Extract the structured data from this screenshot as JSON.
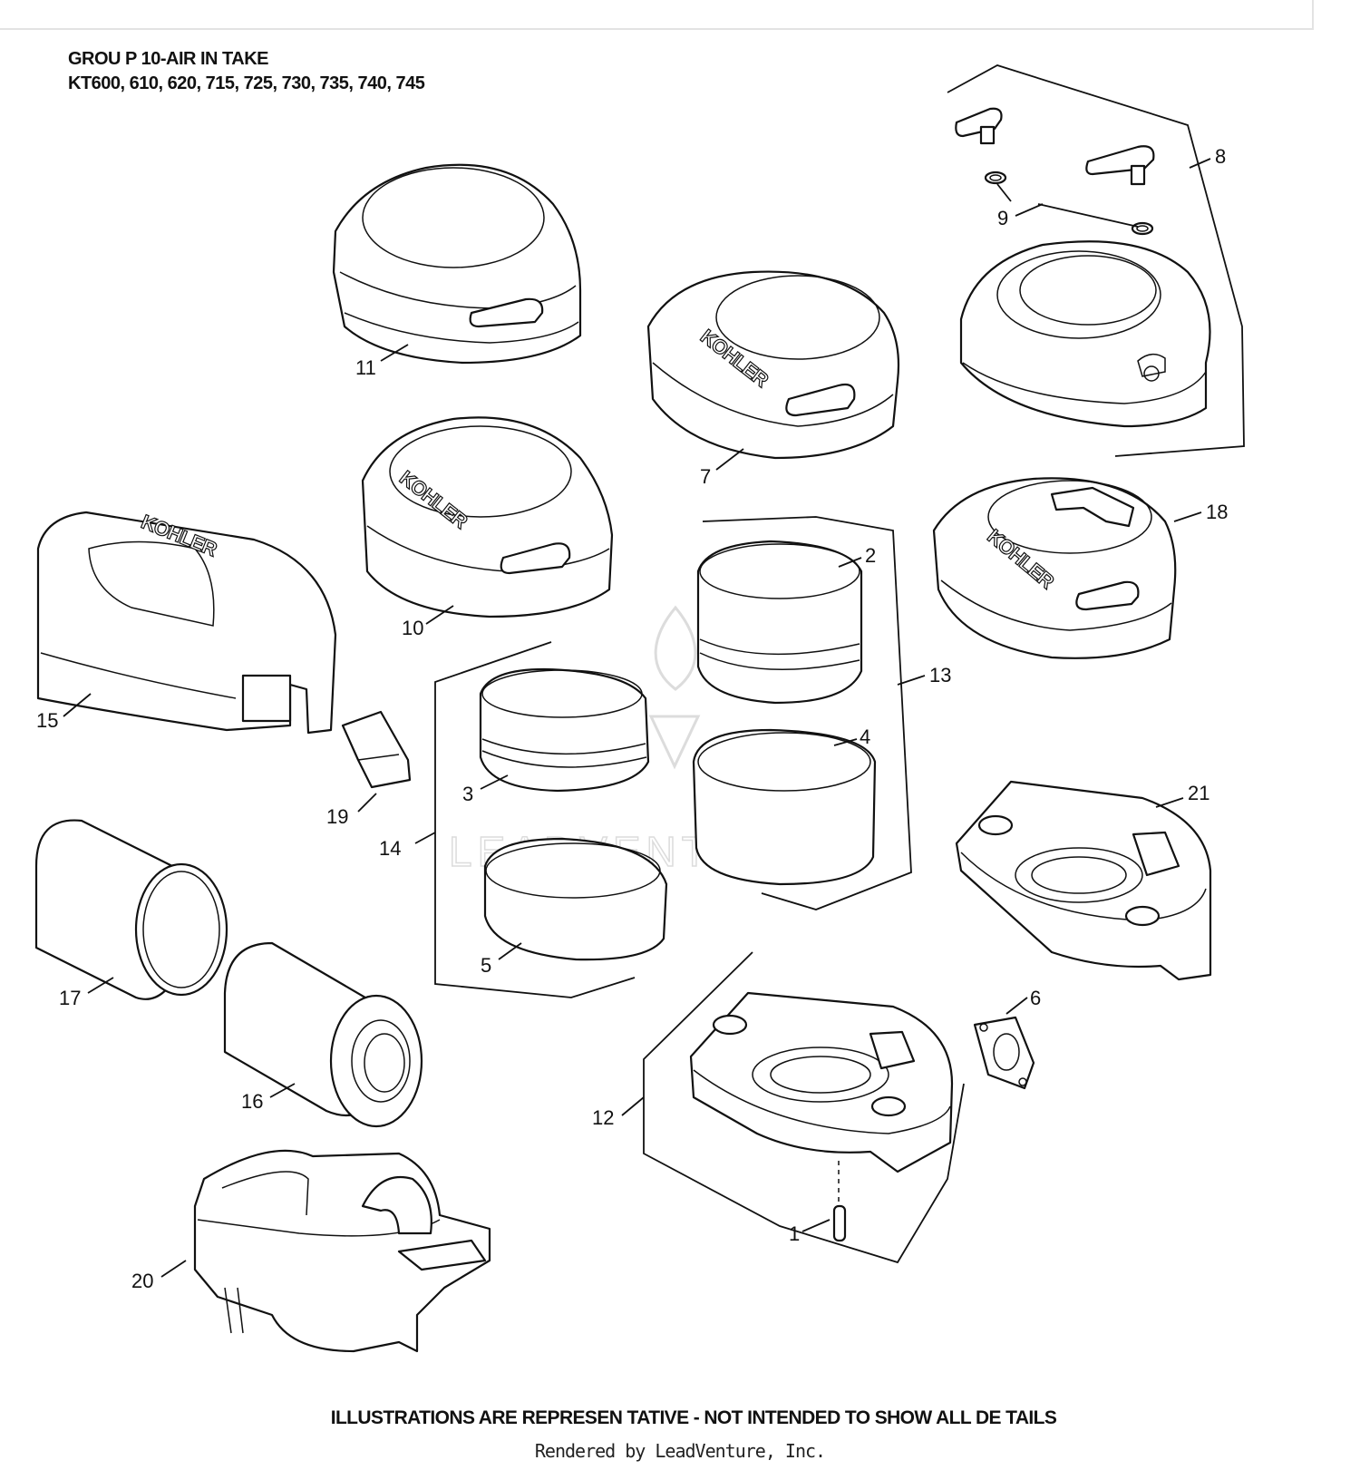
{
  "header": {
    "group_title": "GROU P 10-AIR IN TAKE",
    "models": "KT600, 610, 620, 715, 725, 730, 735, 740, 745"
  },
  "brand_label": "KOHLER",
  "watermark": "LEADVENTURE",
  "parts": [
    {
      "number": "1"
    },
    {
      "number": "2"
    },
    {
      "number": "3"
    },
    {
      "number": "4"
    },
    {
      "number": "5"
    },
    {
      "number": "6"
    },
    {
      "number": "7"
    },
    {
      "number": "8"
    },
    {
      "number": "9"
    },
    {
      "number": "10"
    },
    {
      "number": "11"
    },
    {
      "number": "12"
    },
    {
      "number": "13"
    },
    {
      "number": "14"
    },
    {
      "number": "15"
    },
    {
      "number": "16"
    },
    {
      "number": "17"
    },
    {
      "number": "18"
    },
    {
      "number": "19"
    },
    {
      "number": "20"
    },
    {
      "number": "21"
    }
  ],
  "footer": {
    "disclaimer": "ILLUSTRATIONS  ARE REPRESEN  TATIVE - NOT INTENDED    TO SHOW ALL DE TAILS",
    "rendered_by": "Rendered by LeadVenture, Inc."
  }
}
